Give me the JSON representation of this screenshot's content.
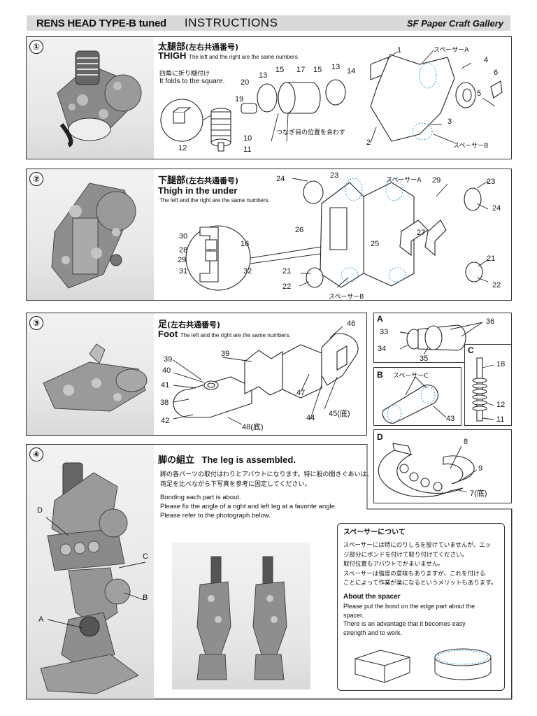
{
  "header": {
    "model": "RENS HEAD TYPE-B tuned",
    "title": "INSTRUCTIONS",
    "brand": "SF Paper Craft Gallery"
  },
  "step1": {
    "num": "①",
    "title_jp": "太腿部",
    "title_jp_sub": "(左右共通番号)",
    "title_en": "THIGH",
    "note": "The left and the right are the same numbers.",
    "fold_jp": "四角に折り糊付け",
    "fold_en": "It folds to the square.",
    "seam_jp": "つなぎ目の位置を合わす",
    "spacer_a": "スペーサーA",
    "spacer_b": "スペーサーB",
    "parts": [
      "1",
      "2",
      "3",
      "4",
      "5",
      "6",
      "10",
      "11",
      "12",
      "13",
      "13",
      "14",
      "15",
      "15",
      "17",
      "19",
      "20"
    ]
  },
  "step2": {
    "num": "②",
    "title_jp": "下腿部",
    "title_jp_sub": "(左右共通番号)",
    "title_en": "Thigh in the under",
    "note": "The left and the right are the same numbers.",
    "spacer_a": "スペーサーA",
    "spacer_b": "スペーサーB",
    "parts": [
      "16",
      "21",
      "21",
      "22",
      "22",
      "23",
      "23",
      "24",
      "24",
      "25",
      "26",
      "27",
      "28",
      "29",
      "29",
      "30",
      "31",
      "32"
    ]
  },
  "step3": {
    "num": "③",
    "title_jp": "足",
    "title_jp_sub": "(左右共通番号)",
    "title_en": "Foot",
    "note": "The left and the right are the same numbers.",
    "parts": [
      "38",
      "39",
      "39",
      "40",
      "41",
      "42",
      "44",
      "46",
      "47"
    ],
    "part45": "45(底)",
    "part48": "48(底)"
  },
  "box_a": {
    "label": "A",
    "parts": [
      "33",
      "34",
      "35",
      "36"
    ]
  },
  "box_b": {
    "label": "B",
    "spacer_c": "スペーサーC",
    "parts": [
      "43"
    ]
  },
  "box_c": {
    "label": "C",
    "parts": [
      "11",
      "12",
      "18"
    ]
  },
  "box_d": {
    "label": "D",
    "parts": [
      "8",
      "9"
    ],
    "part7": "7(底)"
  },
  "step4": {
    "num": "④",
    "title_jp": "脚の組立",
    "title_en": "The leg is assembled.",
    "body_jp_1": "脚の各パーツの取付はわりとアバウトになります。特に股の開きぐあいは、",
    "body_jp_2": "両足を比べながら下写真を参考に固定してください。",
    "body_en_1": "Bonding each part is about.",
    "body_en_2": "Please fix the angle of a right and left leg at a favorite angle.",
    "body_en_3": "Please refer to the photograph below.",
    "photo_labels": [
      "D",
      "C",
      "B",
      "A"
    ]
  },
  "spacer_note": {
    "title_jp": "スペーサーについて",
    "jp_1": "スペーサーには特にのりしろを設けていませんが、エッ",
    "jp_2": "ジ部分にボンドを付けて取り付けてください。",
    "jp_3": "取付位置もアバウトでかまいません。",
    "jp_4": "スペーサーは強度の意味もありますが、これを付ける",
    "jp_5": "ことによって作業が楽になるというメリットもあります。",
    "title_en": "About the spacer",
    "en_1": "Please put the bond on the edge part about the",
    "en_2": "spacer.",
    "en_3": "There is an advantage that it becomes easy",
    "en_4": "strength and to work."
  }
}
